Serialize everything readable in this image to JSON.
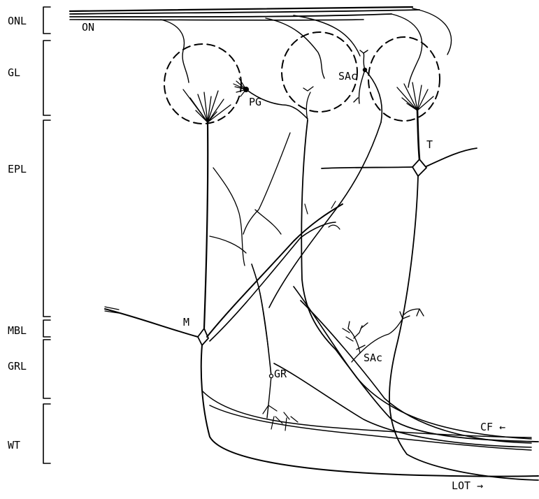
{
  "layers": [
    {
      "key": "onl",
      "label": "ONL"
    },
    {
      "key": "gl",
      "label": "GL"
    },
    {
      "key": "epl",
      "label": "EPL"
    },
    {
      "key": "mbl",
      "label": "MBL"
    },
    {
      "key": "grl",
      "label": "GRL"
    },
    {
      "key": "wt",
      "label": "WT"
    }
  ],
  "cell_labels": {
    "on": "ON",
    "pg": "PG",
    "sac_top": "SAc",
    "t": "T",
    "m": "M",
    "gr": "GR",
    "sac_bottom": "SAc"
  },
  "fiber_labels": {
    "cf": "CF ←",
    "lot": "LOT →"
  }
}
